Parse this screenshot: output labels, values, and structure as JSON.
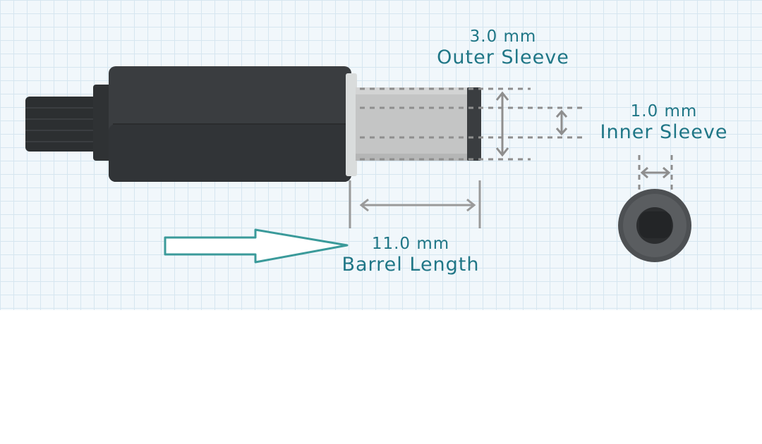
{
  "dimensions": {
    "outer_sleeve": {
      "value": "3.0 mm",
      "name": "Outer Sleeve"
    },
    "inner_sleeve": {
      "value": "1.0 mm",
      "name": "Inner Sleeve"
    },
    "barrel_length": {
      "value": "11.0 mm",
      "name": "Barrel Length"
    }
  },
  "colors": {
    "label_text": "#1f7686",
    "arrow_outline": "#3a9a9a",
    "plug_body": "#36393c",
    "barrel_metal": "#c5c5c5",
    "dimension_lines": "#8e8e8e",
    "grid_background": "#f1f7fb"
  }
}
